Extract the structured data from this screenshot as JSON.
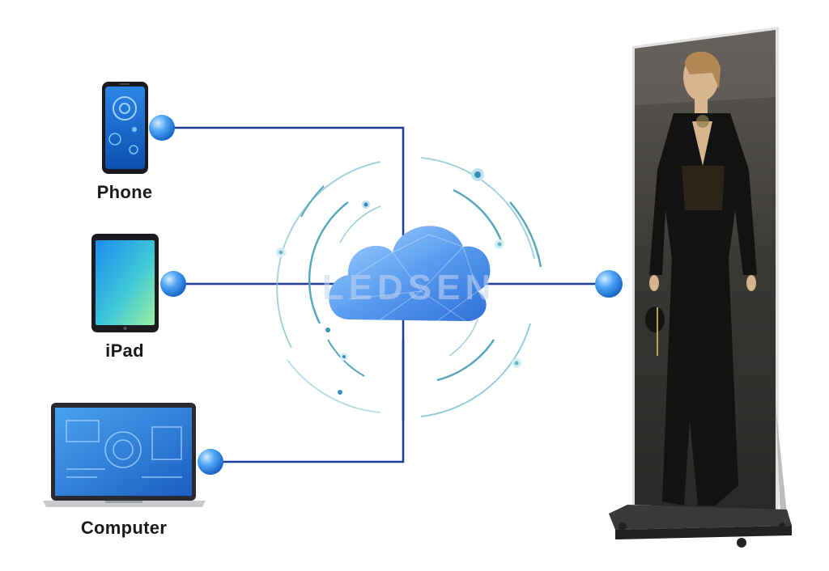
{
  "devices": [
    {
      "id": "phone",
      "label": "Phone",
      "icon": "smartphone-icon"
    },
    {
      "id": "ipad",
      "label": "iPad",
      "icon": "tablet-icon"
    },
    {
      "id": "computer",
      "label": "Computer",
      "icon": "laptop-icon"
    }
  ],
  "hub": {
    "icon": "cloud-icon",
    "watermark": "LEDSEN"
  },
  "display": {
    "icon": "led-poster-display-icon"
  },
  "colors": {
    "connector": "#1f3d8f",
    "ring": "#6fb3c7",
    "cloud": "#4f8fe6",
    "node": "#2e86ea",
    "screen": "#3b8ff0"
  }
}
